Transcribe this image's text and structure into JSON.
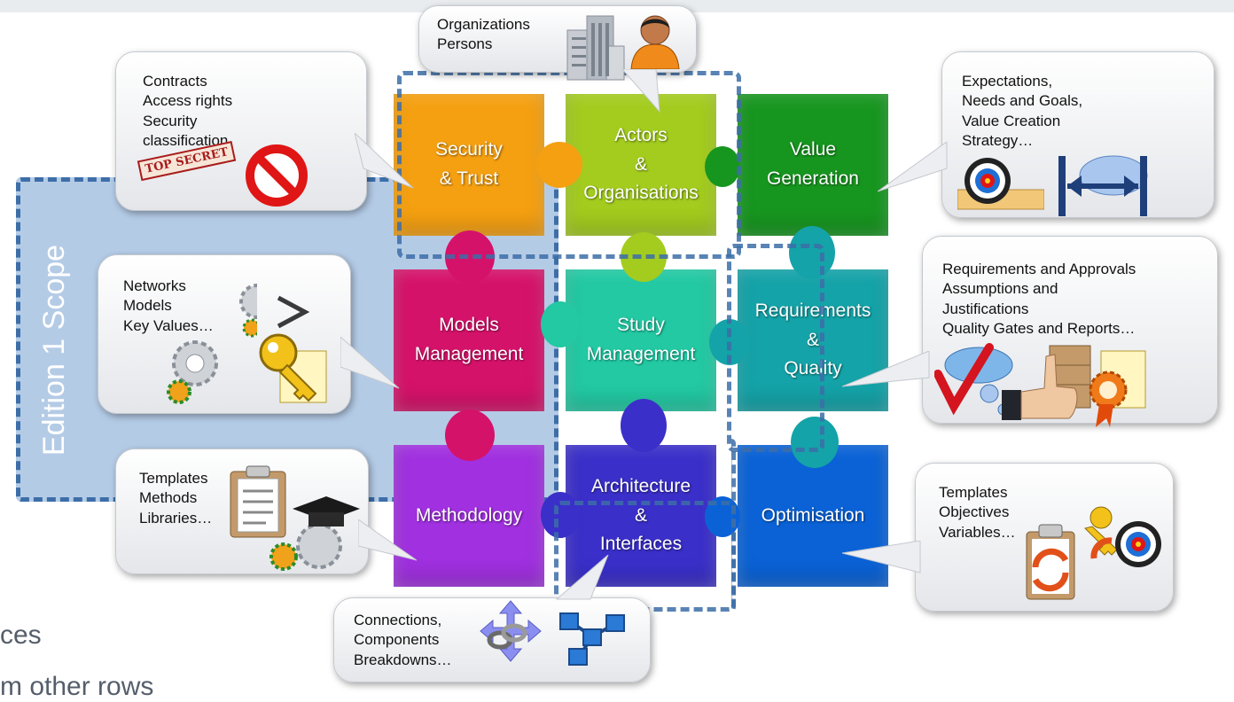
{
  "scope": {
    "label": "Edition 1 Scope"
  },
  "background_text": {
    "line1": "ces",
    "line2": "m other rows"
  },
  "pieces": {
    "security": {
      "lines": [
        "Security",
        "& Trust"
      ],
      "color": "#f5a011"
    },
    "actors": {
      "lines": [
        "Actors",
        "&",
        "Organisations"
      ],
      "color": "#a3cc1e"
    },
    "value": {
      "lines": [
        "Value",
        "Generation"
      ],
      "color": "#17961f"
    },
    "models": {
      "lines": [
        "Models",
        "Management"
      ],
      "color": "#d5126a"
    },
    "study": {
      "lines": [
        "Study",
        "Management"
      ],
      "color": "#22c9a3"
    },
    "requirements": {
      "lines": [
        "Requirements",
        "&",
        "Quality"
      ],
      "color": "#14a3a8"
    },
    "methodology": {
      "lines": [
        "Methodology"
      ],
      "color": "#a030e0"
    },
    "architecture": {
      "lines": [
        "Architecture",
        "&",
        "Interfaces"
      ],
      "color": "#3a2fc9"
    },
    "optimisation": {
      "lines": [
        "Optimisation"
      ],
      "color": "#0a62d6"
    }
  },
  "callouts": {
    "organizations": {
      "lines": [
        "Organizations",
        "Persons"
      ]
    },
    "security": {
      "lines": [
        "Contracts",
        "Access rights",
        "Security",
        "classification"
      ]
    },
    "value": {
      "lines": [
        "Expectations,",
        "Needs and Goals,",
        "Value Creation",
        "Strategy…"
      ]
    },
    "models": {
      "lines": [
        "Networks",
        "Models",
        "Key Values…"
      ]
    },
    "requirements": {
      "lines": [
        "Requirements and Approvals",
        "Assumptions and",
        "Justifications",
        "Quality Gates and Reports…"
      ]
    },
    "methodology": {
      "lines": [
        "Templates",
        "Methods",
        "Libraries…"
      ]
    },
    "optimisation": {
      "lines": [
        "Templates",
        "Objectives",
        "Variables…"
      ]
    },
    "architecture": {
      "lines": [
        "Connections,",
        "Components",
        "Breakdowns…"
      ]
    }
  },
  "stamp": {
    "text": "TOP SECRET"
  }
}
